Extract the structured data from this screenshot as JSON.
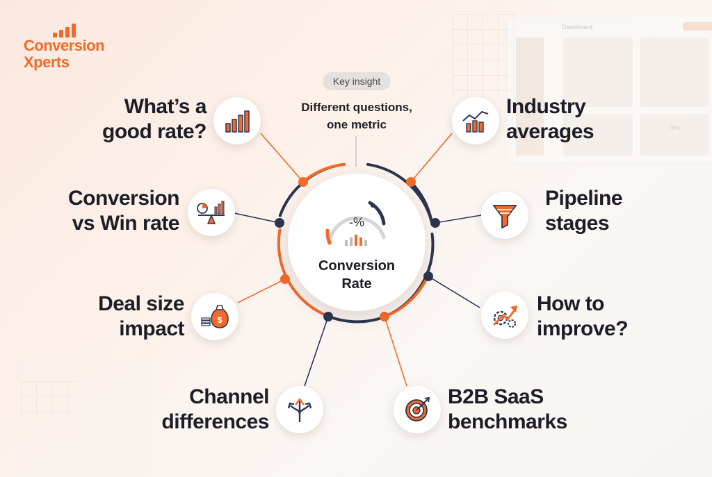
{
  "logo": {
    "line1": "Conversion",
    "line2": "Xperts"
  },
  "insight_pill": "Key insight",
  "subtitle": {
    "line1": "Different questions,",
    "line2": "one metric"
  },
  "center": {
    "line1": "Conversion",
    "line2": "Rate",
    "symbol": "-%"
  },
  "background_panel": {
    "title": "Dashboard",
    "gauge": "75%"
  },
  "topics": [
    {
      "line1": "What’s a",
      "line2": "good rate?",
      "icon": "bar-chart-icon"
    },
    {
      "line1": "Conversion",
      "line2": "vs Win rate",
      "icon": "scale-chart-icon"
    },
    {
      "line1": "Deal size",
      "line2": "impact",
      "icon": "money-bag-icon"
    },
    {
      "line1": "Channel",
      "line2": "differences",
      "icon": "split-arrows-icon"
    },
    {
      "line1": "Industry",
      "line2": "averages",
      "icon": "trend-chart-icon"
    },
    {
      "line1": "Pipeline",
      "line2": "stages",
      "icon": "funnel-icon"
    },
    {
      "line1": "How to",
      "line2": "improve?",
      "icon": "gear-arrow-icon"
    },
    {
      "line1": "B2B SaaS",
      "line2": "benchmarks",
      "icon": "target-icon"
    }
  ],
  "colors": {
    "accent": "#f26a2a",
    "navy": "#2c3550",
    "text": "#1c1d26"
  }
}
